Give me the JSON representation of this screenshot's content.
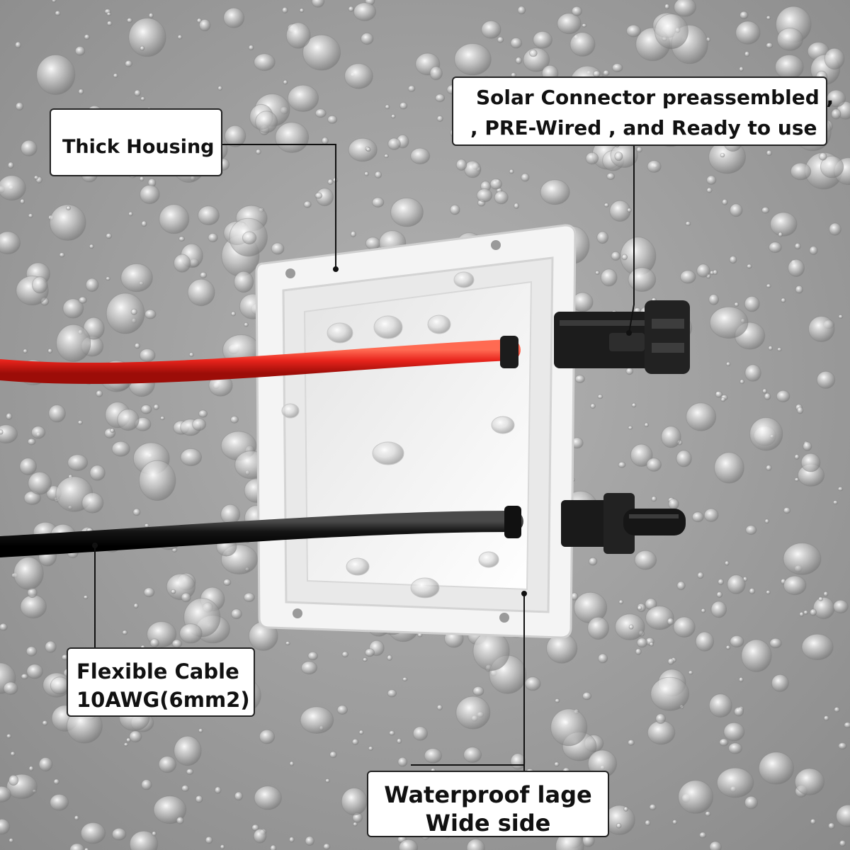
{
  "labels": {
    "thick_housing": "Thick Housing",
    "solar_connector_line1": "Solar Connector preassembled ,",
    "solar_connector_line2": ", PRE-Wired , and Ready to use",
    "flexible_cable_line1": "Flexible Cable",
    "flexible_cable_line2": "10AWG(6mm2)",
    "waterproof_line1": "Waterproof lage",
    "waterproof_line2": "Wide side"
  },
  "colors": {
    "background": "#9a9a9a",
    "housing": "#f4f4f4",
    "red_cable": "#e8241c",
    "black_cable": "#141414",
    "connector": "#1c1c1c",
    "label_border": "#222222"
  },
  "icons": {
    "connectors": [
      "mc4-male-connector-icon",
      "mc4-female-connector-icon"
    ]
  }
}
